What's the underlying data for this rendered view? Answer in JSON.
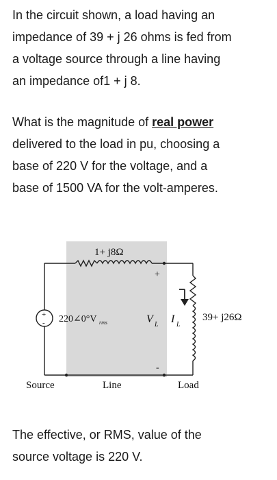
{
  "question": {
    "para1": [
      "In the circuit shown, a load having an",
      "impedance of 39 + j 26 ohms  is fed from",
      "a voltage source through a line having",
      "an impedance of1 + j 8."
    ],
    "para2_line1_prefix": "What is the magnitude of ",
    "para2_emphasis": "real power",
    "para2_rest": [
      "delivered to the load in pu, choosing a",
      "base of 220 V for the voltage, and a",
      "base of 1500 VA for the volt-amperes."
    ],
    "para3": [
      "The effective, or RMS, value of the",
      "source voltage is 220 V."
    ]
  },
  "circuit": {
    "line_impedance": "1+ j8Ω",
    "source_voltage": "220∠0°V",
    "source_voltage_sub": "rms",
    "load_impedance": "39+ j26Ω",
    "load_voltage": "V",
    "load_voltage_sub": "L",
    "load_current": "I",
    "load_current_sub": "L",
    "plus_sign": "+",
    "minus_sign": "-",
    "source_plus": "+",
    "source_minus": "-",
    "label_source": "Source",
    "label_line": "Line",
    "label_load": "Load"
  },
  "colors": {
    "line_region_shade": "#d9d9d9",
    "wire": "#222222"
  }
}
